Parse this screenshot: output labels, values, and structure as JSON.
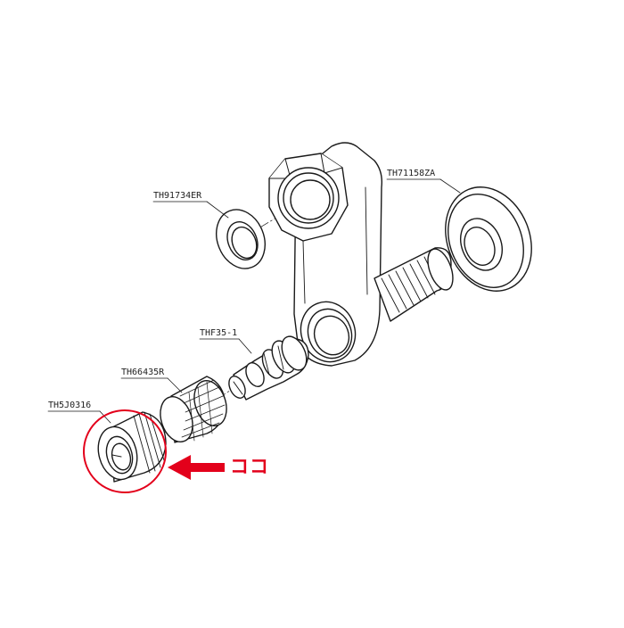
{
  "parts": [
    {
      "id": "TH91734ER"
    },
    {
      "id": "TH71158ZA"
    },
    {
      "id": "THF35-1"
    },
    {
      "id": "TH66435R"
    },
    {
      "id": "TH5J0316"
    }
  ],
  "callout": {
    "text": "ココ",
    "color": "#e3001b"
  }
}
